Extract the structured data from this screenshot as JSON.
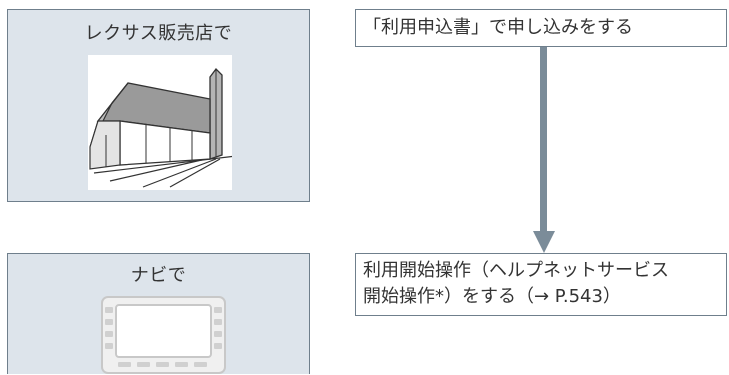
{
  "panels": {
    "dealer": {
      "title": "レクサス販売店で",
      "image_icon": "building-icon"
    },
    "navi": {
      "title": "ナビで",
      "image_icon": "navigation-unit-icon"
    }
  },
  "steps": {
    "application": {
      "text": "「利用申込書」で申し込みをする"
    },
    "start": {
      "line1": "利用開始操作（ヘルプネットサービス",
      "line2": "開始操作*）をする（→ P.543）"
    }
  },
  "colors": {
    "panel_fill": "#dde4eb",
    "panel_border": "#6f7f8c",
    "arrow": "#7b8c99",
    "text": "#333333"
  }
}
